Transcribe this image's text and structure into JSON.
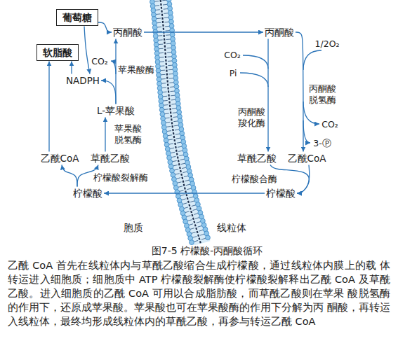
{
  "diagram": {
    "caption": "图7-5 柠檬酸-丙酮酸循环",
    "nodes": [
      {
        "text": [
          "葡萄糖"
        ]
      },
      {
        "text": [
          "丙酮酸"
        ]
      },
      {
        "text": [
          "丙酮酸"
        ]
      },
      {
        "text": [
          "软脂酸"
        ]
      },
      {
        "text": [
          "NADPH"
        ]
      },
      {
        "text": [
          "L-苹果酸"
        ]
      },
      {
        "text": [
          "乙酰CoA"
        ]
      },
      {
        "text": [
          "草酰乙酸"
        ]
      },
      {
        "text": [
          "草酰乙酸"
        ]
      },
      {
        "text": [
          "乙酰CoA"
        ]
      },
      {
        "text": [
          "柠檬酸"
        ]
      },
      {
        "text": [
          "柠檬酸"
        ]
      }
    ],
    "edges": [
      {
        "from": 0,
        "to": 1,
        "arrow": "to"
      },
      {
        "from": 0,
        "to": 4,
        "arrow": "to"
      },
      {
        "from": 1,
        "to": 2,
        "arrow": "to"
      },
      {
        "from": 5,
        "to": 1,
        "label": "苹果酸酶",
        "arrow": "to"
      },
      {
        "from": 5,
        "to": 4,
        "arrow": "to"
      },
      {
        "from": 4,
        "to": 3,
        "arrow": "to"
      },
      {
        "from": 7,
        "to": 5,
        "label": "苹果酸 脱氢酶",
        "arrow": "to"
      },
      {
        "from": 6,
        "to": 3,
        "arrow": "to"
      },
      {
        "from": 10,
        "to": 6,
        "arrow": "to"
      },
      {
        "from": 10,
        "to": 7,
        "label": "柠檬酸裂解酶",
        "arrow": "to"
      },
      {
        "from": 11,
        "to": 10,
        "arrow": "to"
      },
      {
        "from": 2,
        "to": 8,
        "label": "丙酮酸 羧化酶",
        "arrow": "to"
      },
      {
        "from": 2,
        "to": 9,
        "label": "丙酮酸 脱氢酶",
        "arrow": "to"
      },
      {
        "from": 8,
        "to": 11,
        "label": "柠檬酸合酶",
        "arrow": "to"
      },
      {
        "from": 9,
        "to": 11,
        "arrow": "to"
      }
    ],
    "labels": [
      "CO₂",
      "CO₂",
      "Pi",
      "1/2O₂",
      "CO₂",
      "3-Ⓟ",
      "胞质",
      "线粒体",
      "乙酰 CoA 首先在线粒体内与草酰乙酸缩合生成柠檬酸，通过线粒体内膜上的载 体转运进入细胞质；细胞质中 ATP 柠檬酸裂解酶使柠檬酸裂解释出乙酰 CoA 及草酰乙酸。进入细胞质的乙酰 CoA 可用以合成脂肪酸，而草酰乙酸则在苹果 酸脱氢酶的作用下，还原成苹果酸。苹果酸也可在苹果酸酶的作用下分解为丙 酮酸，再转运入线粒体，最终均形成线粒体内的草酰乙酸，再参与转运乙酰 CoA"
    ]
  }
}
